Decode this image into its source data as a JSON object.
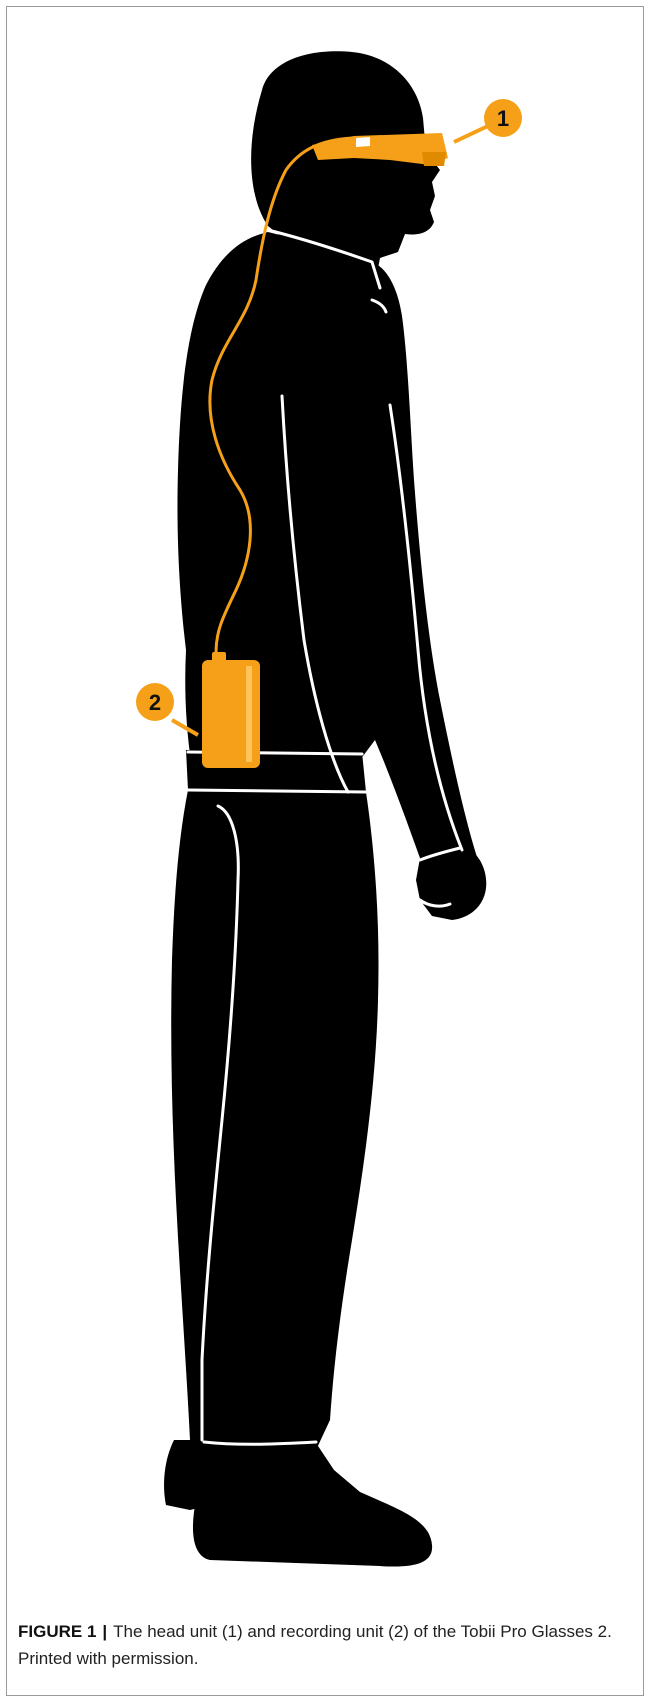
{
  "figure": {
    "callouts": [
      {
        "number": "1",
        "target": "head unit (eye tracking glasses)"
      },
      {
        "number": "2",
        "target": "recording unit"
      }
    ],
    "caption": {
      "label": "FIGURE 1",
      "separator": "|",
      "text": "The head unit (1) and recording unit (2) of the Tobii Pro Glasses 2. Printed with permission."
    }
  },
  "colors": {
    "silhouette": "#000000",
    "outline": "#ffffff",
    "device_orange": "#f5a018",
    "device_orange_dark": "#e08a00",
    "frame_border": "#9a9a9a"
  }
}
